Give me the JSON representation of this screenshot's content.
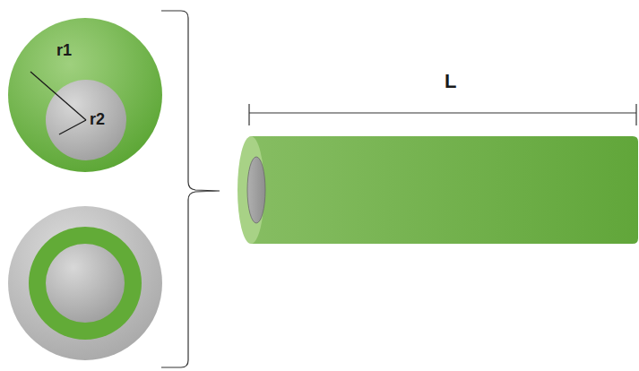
{
  "diagram": {
    "labels": [
      "r1",
      "r2",
      "L"
    ]
  }
}
